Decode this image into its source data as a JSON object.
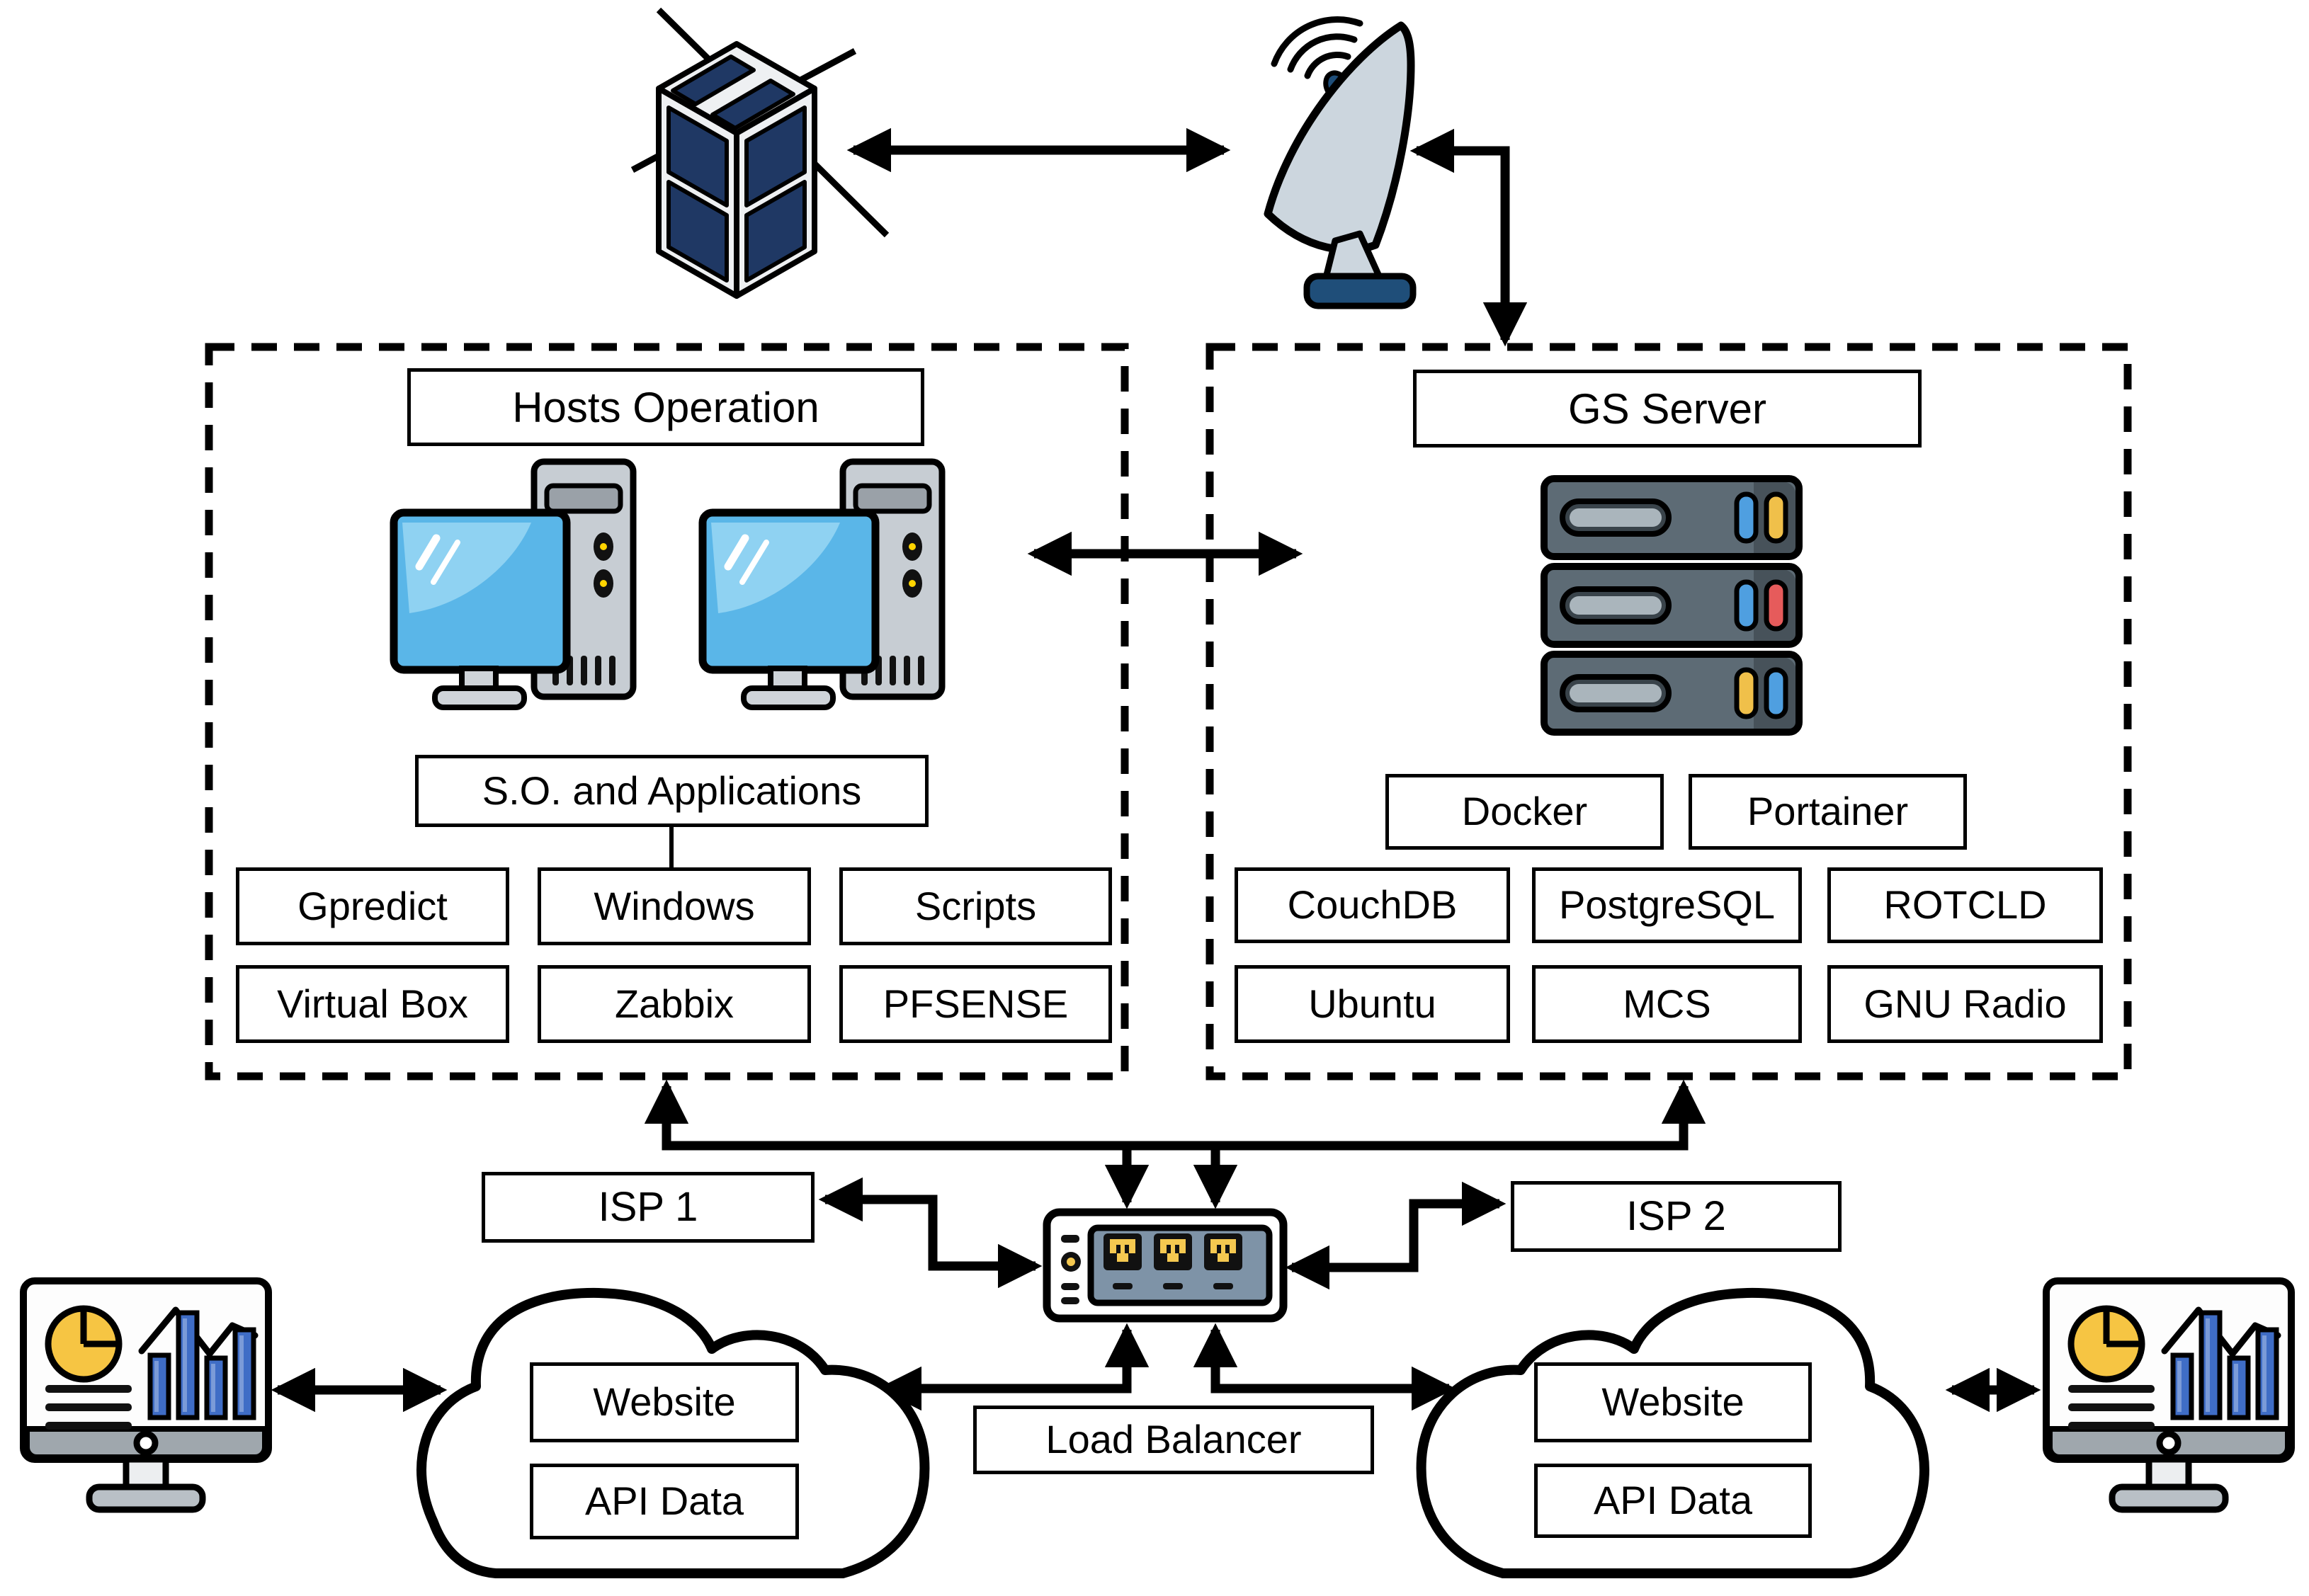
{
  "hosts": {
    "title": "Hosts Operation",
    "so_label": "S.O. and Applications",
    "apps": [
      "Gpredict",
      "Windows",
      "Scripts",
      "Virtual Box",
      "Zabbix",
      "PFSENSE"
    ]
  },
  "gs": {
    "title": "GS Server",
    "platform": [
      "Docker",
      "Portainer"
    ],
    "services": [
      "CouchDB",
      "PostgreSQL",
      "ROTCLD",
      "Ubuntu",
      "MCS",
      "GNU Radio"
    ]
  },
  "network": {
    "isp1": "ISP 1",
    "isp2": "ISP 2",
    "load_balancer": "Load Balancer"
  },
  "cloud_left": {
    "items": [
      "Website",
      "API Data"
    ]
  },
  "cloud_right": {
    "items": [
      "Website",
      "API Data"
    ]
  },
  "icons": {
    "cubesat": "cubesat-satellite-icon",
    "ground_station": "satellite-dish-icon",
    "workstation": "desktop-computer-icon",
    "server_rack": "server-rack-icon",
    "switch": "ethernet-switch-icon",
    "cloud": "cloud-icon",
    "dashboard": "dashboard-monitor-icon"
  },
  "colors": {
    "panel_navy": "#1f3864",
    "base_navy": "#1f4e79",
    "dish_gray": "#ccd6de",
    "screen_blue": "#5ab6e8",
    "screen_blue_light": "#8fd2f2",
    "bar_blue": "#3f6dc6",
    "pie_yellow": "#f6c543",
    "port_yellow": "#f4c850",
    "switch_slate": "#7e93a7",
    "server_gray": "#5d6b75",
    "led_blue": "#4f9fe0",
    "led_yellow": "#f0c04a",
    "led_red": "#e65b5b",
    "line_black": "#000000"
  }
}
